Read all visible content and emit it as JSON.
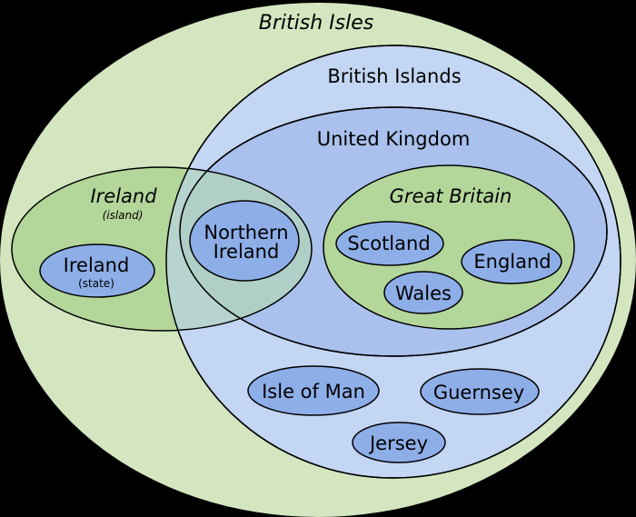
{
  "title": "British Isles terminology Euler diagram",
  "colors": {
    "background": "#000000",
    "british_isles": "#d3e6c0",
    "british_islands": "#c3d6f3",
    "united_kingdom": "#a9c1ec",
    "island_green": "#b3d69a",
    "ireland_uk_overlap": "#b0cfc6",
    "jurisdiction_blue": "#8eaee8",
    "stroke": "#000000"
  },
  "regions": {
    "british_isles": {
      "label": "British Isles",
      "style": "italic"
    },
    "british_islands": {
      "label": "British Islands"
    },
    "united_kingdom": {
      "label": "United Kingdom"
    },
    "ireland_island": {
      "label": "Ireland",
      "sublabel": "(island)",
      "style": "italic"
    },
    "great_britain": {
      "label": "Great Britain",
      "style": "italic"
    },
    "northern_ireland": {
      "label_line1": "Northern",
      "label_line2": "Ireland"
    },
    "ireland_state": {
      "label": "Ireland",
      "sublabel": "(state)"
    },
    "scotland": {
      "label": "Scotland"
    },
    "england": {
      "label": "England"
    },
    "wales": {
      "label": "Wales"
    },
    "isle_of_man": {
      "label": "Isle of Man"
    },
    "guernsey": {
      "label": "Guernsey"
    },
    "jersey": {
      "label": "Jersey"
    }
  }
}
